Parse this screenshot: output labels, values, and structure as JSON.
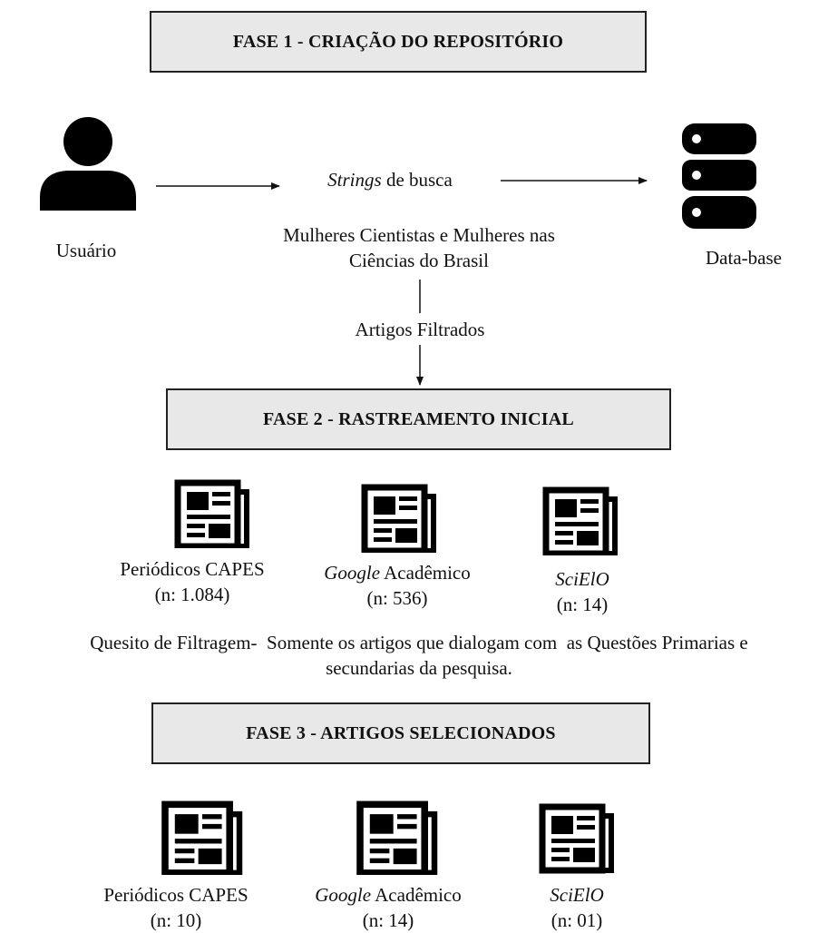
{
  "phase1": {
    "title": "FASE 1  - CRIAÇÃO DO REPOSITÓRIO"
  },
  "user": {
    "label": "Usuário"
  },
  "search": {
    "italic": "Strings",
    "rest": " de busca"
  },
  "topic": {
    "line1": "Mulheres Cientistas e Mulheres nas",
    "line2": "Ciências do Brasil"
  },
  "database": {
    "label": "Data-base"
  },
  "filtered": {
    "label": "Artigos Filtrados"
  },
  "phase2": {
    "title": "FASE 2  - RASTREAMENTO INICIAL",
    "sources": [
      {
        "name_italic": "",
        "name_rest": "Periódicos CAPES",
        "count": "(n: 1.084)"
      },
      {
        "name_italic": "Google",
        "name_rest": " Acadêmico",
        "count": "(n: 536)"
      },
      {
        "name_italic": "SciElO",
        "name_rest": "",
        "count": "(n: 14)"
      }
    ]
  },
  "criteria": {
    "line1": "Quesito de Filtragem-  Somente os artigos que dialogam com  as Questões Primarias e",
    "line2": "secundarias da pesquisa."
  },
  "phase3": {
    "title": "FASE 3  - ARTIGOS SELECIONADOS",
    "sources": [
      {
        "name_italic": "",
        "name_rest": "Periódicos CAPES",
        "count": "(n: 10)"
      },
      {
        "name_italic": "Google",
        "name_rest": " Acadêmico",
        "count": "(n: 14)"
      },
      {
        "name_italic": "SciElO",
        "name_rest": "",
        "count": "(n: 01)"
      }
    ]
  },
  "icons": {
    "user": "user-icon",
    "database": "database-icon",
    "article": "newspaper-icon"
  }
}
